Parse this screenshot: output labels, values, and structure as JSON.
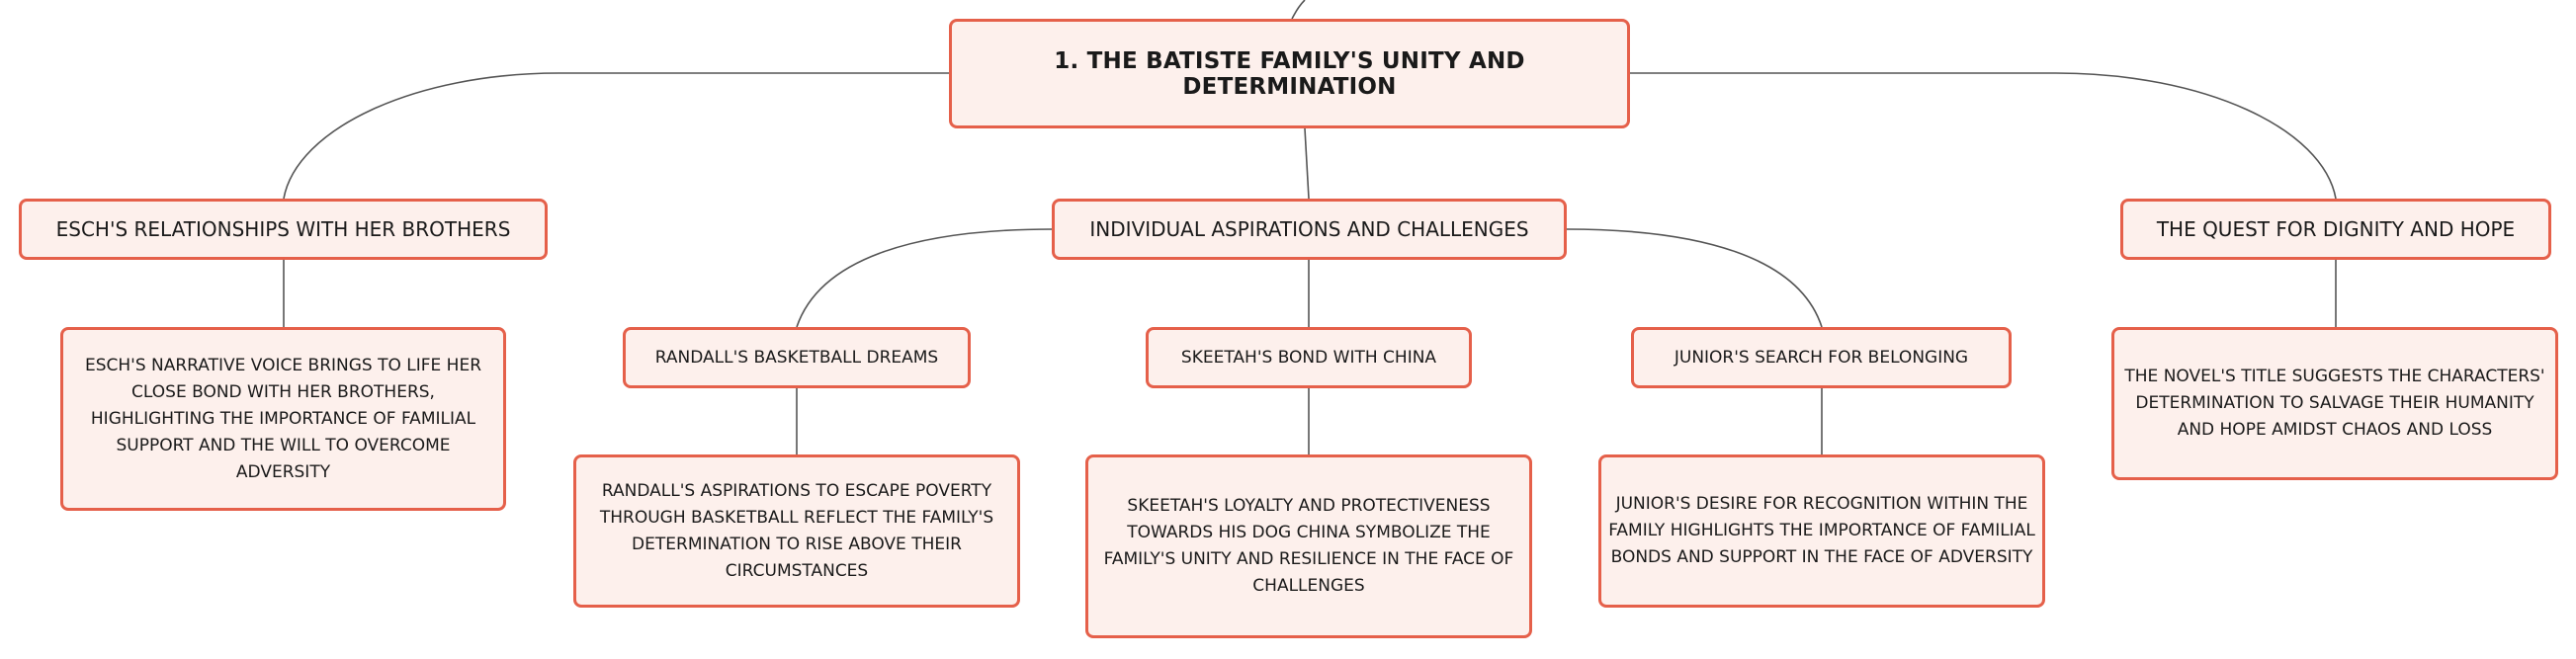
{
  "mindmap": {
    "root": "1. THE BATISTE FAMILY'S UNITY AND DETERMINATION",
    "branches": {
      "esch": {
        "title": "ESCH'S RELATIONSHIPS WITH HER BROTHERS",
        "detail": "ESCH'S NARRATIVE VOICE BRINGS TO LIFE HER CLOSE BOND WITH HER BROTHERS, HIGHLIGHTING THE IMPORTANCE OF FAMILIAL SUPPORT AND THE WILL TO OVERCOME ADVERSITY"
      },
      "individual": {
        "title": "INDIVIDUAL ASPIRATIONS AND CHALLENGES",
        "children": {
          "randall": {
            "title": "RANDALL'S BASKETBALL DREAMS",
            "detail": "RANDALL'S ASPIRATIONS TO ESCAPE POVERTY THROUGH BASKETBALL REFLECT THE FAMILY'S DETERMINATION TO RISE ABOVE THEIR CIRCUMSTANCES"
          },
          "skeetah": {
            "title": "SKEETAH'S BOND WITH CHINA",
            "detail": "SKEETAH'S LOYALTY AND PROTECTIVENESS TOWARDS HIS DOG CHINA SYMBOLIZE THE FAMILY'S UNITY AND RESILIENCE IN THE FACE OF CHALLENGES"
          },
          "junior": {
            "title": "JUNIOR'S SEARCH FOR BELONGING",
            "detail": "JUNIOR'S DESIRE FOR RECOGNITION WITHIN THE FAMILY HIGHLIGHTS THE IMPORTANCE OF FAMILIAL BONDS AND SUPPORT IN THE FACE OF ADVERSITY"
          }
        }
      },
      "quest": {
        "title": "THE QUEST FOR DIGNITY AND HOPE",
        "detail": "THE NOVEL'S TITLE SUGGESTS THE CHARACTERS' DETERMINATION TO SALVAGE THEIR HUMANITY AND HOPE AMIDST CHAOS AND LOSS"
      }
    }
  },
  "colors": {
    "node_fill": "#fdf0ec",
    "node_border": "#e5604a",
    "connector": "#555555",
    "text": "#1a1a1a"
  }
}
